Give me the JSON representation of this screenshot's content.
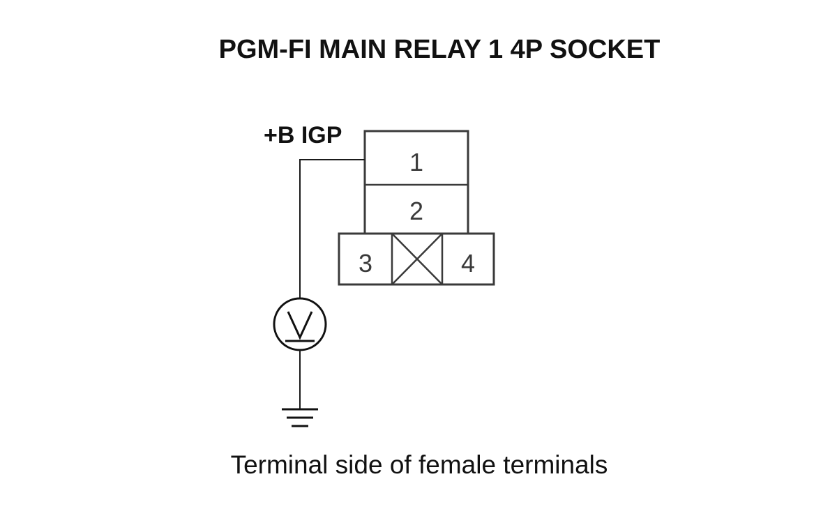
{
  "title": "PGM-FI MAIN RELAY 1 4P SOCKET",
  "probe_label": "+B IGP",
  "terminals": {
    "t1": "1",
    "t2": "2",
    "t3": "3",
    "t4": "4"
  },
  "meter_icon": "voltmeter-icon",
  "ground_icon": "ground-icon",
  "caption": "Terminal side of female terminals"
}
